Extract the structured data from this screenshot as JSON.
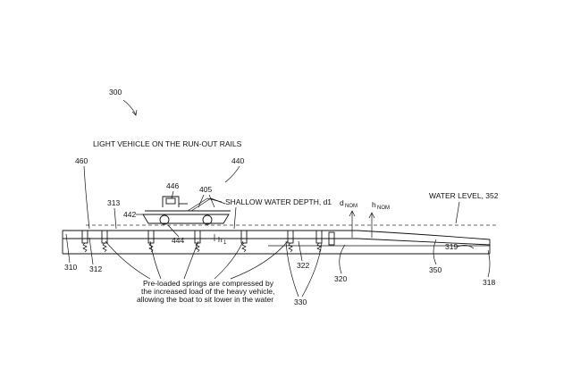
{
  "figure": {
    "number": "300",
    "title": "LIGHT VEHICLE ON THE RUN-OUT RAILS",
    "shallow_label": "SHALLOW WATER DEPTH, d1",
    "water_label": "WATER LEVEL, 352",
    "d_nom": {
      "base": "d",
      "sub": "NOM"
    },
    "h_nom": {
      "base": "h",
      "sub": "NOM"
    },
    "h1": {
      "base": "h",
      "sub": "1"
    },
    "caption_lines": [
      "Pre-loaded springs are compressed by",
      "the increased load of the heavy vehicle,",
      "allowing the boat to sit lower in the water"
    ],
    "refs": {
      "r460": "460",
      "r440": "440",
      "r446": "446",
      "r405": "405",
      "r313": "313",
      "r442": "442",
      "r444": "444",
      "r310": "310",
      "r312": "312",
      "r322": "322",
      "r320": "320",
      "r330": "330",
      "r350": "350",
      "r318": "318",
      "r319": "319"
    }
  }
}
